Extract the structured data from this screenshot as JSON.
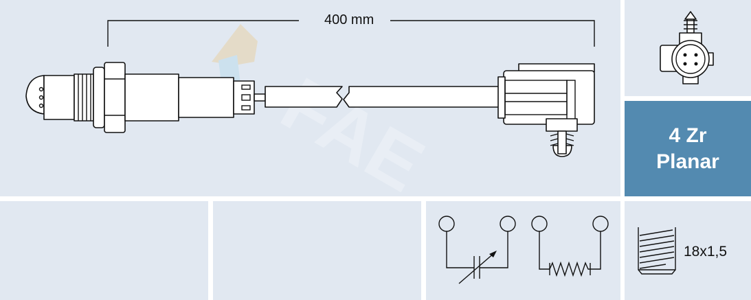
{
  "main": {
    "cable_length": "400 mm",
    "watermark": "FAE"
  },
  "connector_view": {
    "pins": 4
  },
  "sensor_type": {
    "line1": "4 Zr",
    "line2": "Planar"
  },
  "thread": {
    "label": "18x1,5"
  },
  "colors": {
    "panel_bg": "#e1e8f1",
    "accent": "#538ab0"
  }
}
